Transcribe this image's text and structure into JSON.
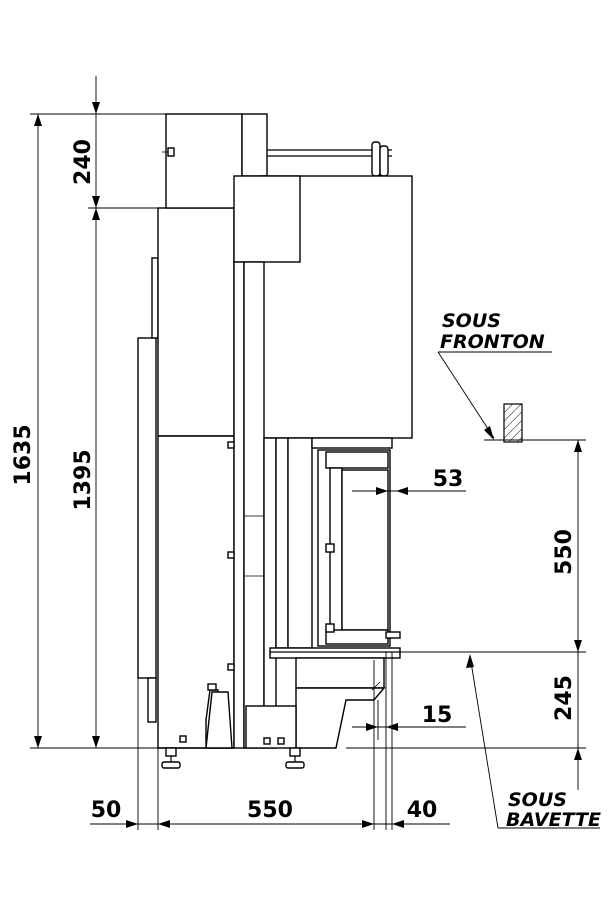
{
  "dimensions": {
    "total_height": "1635",
    "body_height": "1395",
    "top_height": "240",
    "opening_height": "550",
    "bottom_height": "245",
    "front_offset": "53",
    "bavette_offset": "15",
    "left_offset": "50",
    "depth": "550",
    "right_offset": "40"
  },
  "annotations": {
    "fronton_line1": "SOUS",
    "fronton_line2": "FRONTON",
    "bavette_line1": "SOUS",
    "bavette_line2": "BAVETTE"
  }
}
